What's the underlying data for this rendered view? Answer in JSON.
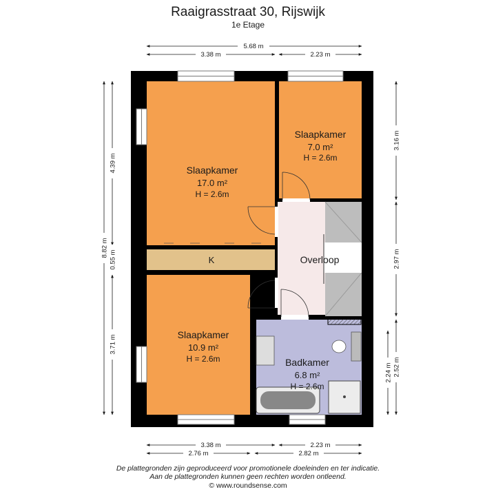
{
  "header": {
    "title": "Raaigrasstraat 30, Rijswijk",
    "subtitle": "1e Etage"
  },
  "rooms": {
    "slaapkamer_large": {
      "name": "Slaapkamer",
      "area": "17.0 m²",
      "height": "H = 2.6m"
    },
    "slaapkamer_small": {
      "name": "Slaapkamer",
      "area": "7.0 m²",
      "height": "H = 2.6m"
    },
    "slaapkamer_bottom": {
      "name": "Slaapkamer",
      "area": "10.9 m²",
      "height": "H = 2.6m"
    },
    "badkamer": {
      "name": "Badkamer",
      "area": "6.8 m²",
      "height": "H = 2.6m"
    },
    "overloop": {
      "name": "Overloop"
    },
    "kast": {
      "name": "K"
    }
  },
  "dimensions": {
    "top_total": "5.68 m",
    "top_left": "3.38 m",
    "top_right": "2.23 m",
    "bottom_left_1": "3.38 m",
    "bottom_right_1": "2.23 m",
    "bottom_left_2": "2.76 m",
    "bottom_right_2": "2.82 m",
    "left_total": "8.82 m",
    "left_top": "4.39 m",
    "left_mid": "0.55 m",
    "left_bottom": "3.71 m",
    "right_top": "3.16 m",
    "right_mid": "2.97 m",
    "right_bottom_1": "2.24 m",
    "right_bottom_2": "2.52 m"
  },
  "footer": {
    "line1": "De plattegronden zijn geproduceerd voor promotionele doeleinden en ter indicatie.",
    "line2": "Aan de plattegronden kunnen geen rechten worden ontleend.",
    "line3": "© www.roundsense.com"
  },
  "colors": {
    "bedroom": "#f5a04e",
    "kast": "#e2c28b",
    "bathroom": "#bcbcdc",
    "overloop": "#f6e9e9",
    "wall": "#000000",
    "stairs": "#bdbdbd"
  }
}
